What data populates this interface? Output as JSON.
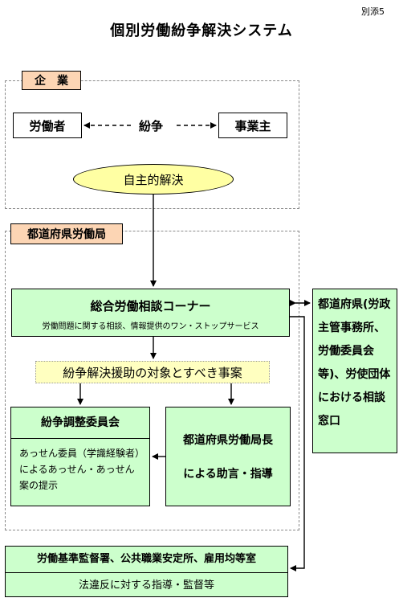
{
  "annex_label": "別添5",
  "title": "個別労働紛争解決システム",
  "company": {
    "label": "企　業",
    "worker": "労働者",
    "dispute": "紛争",
    "employer": "事業主",
    "self_resolution": "自主的解決"
  },
  "prefectural_bureau": {
    "label": "都道府県労働局",
    "consultation_corner": {
      "title": "総合労働相談コーナー",
      "subtitle": "労働問題に関する相談、情報提供のワン・ストップサービス"
    },
    "target_cases": "紛争解決援助の対象とすべき事案",
    "committee": {
      "title": "紛争調整委員会",
      "body": "あっせん委員（学識経験者）によるあっせん・あっせん案の提示"
    },
    "director": {
      "line1": "都道府県労働局長",
      "line2": "による助言・指導"
    }
  },
  "side_box": "都道府県(労政主管事務所、労働委員会等)、労使団体における相談窓口",
  "bottom": {
    "title": "労働基準監督署、公共職業安定所、雇用均等室",
    "body": "法違反に対する指導・監督等"
  }
}
